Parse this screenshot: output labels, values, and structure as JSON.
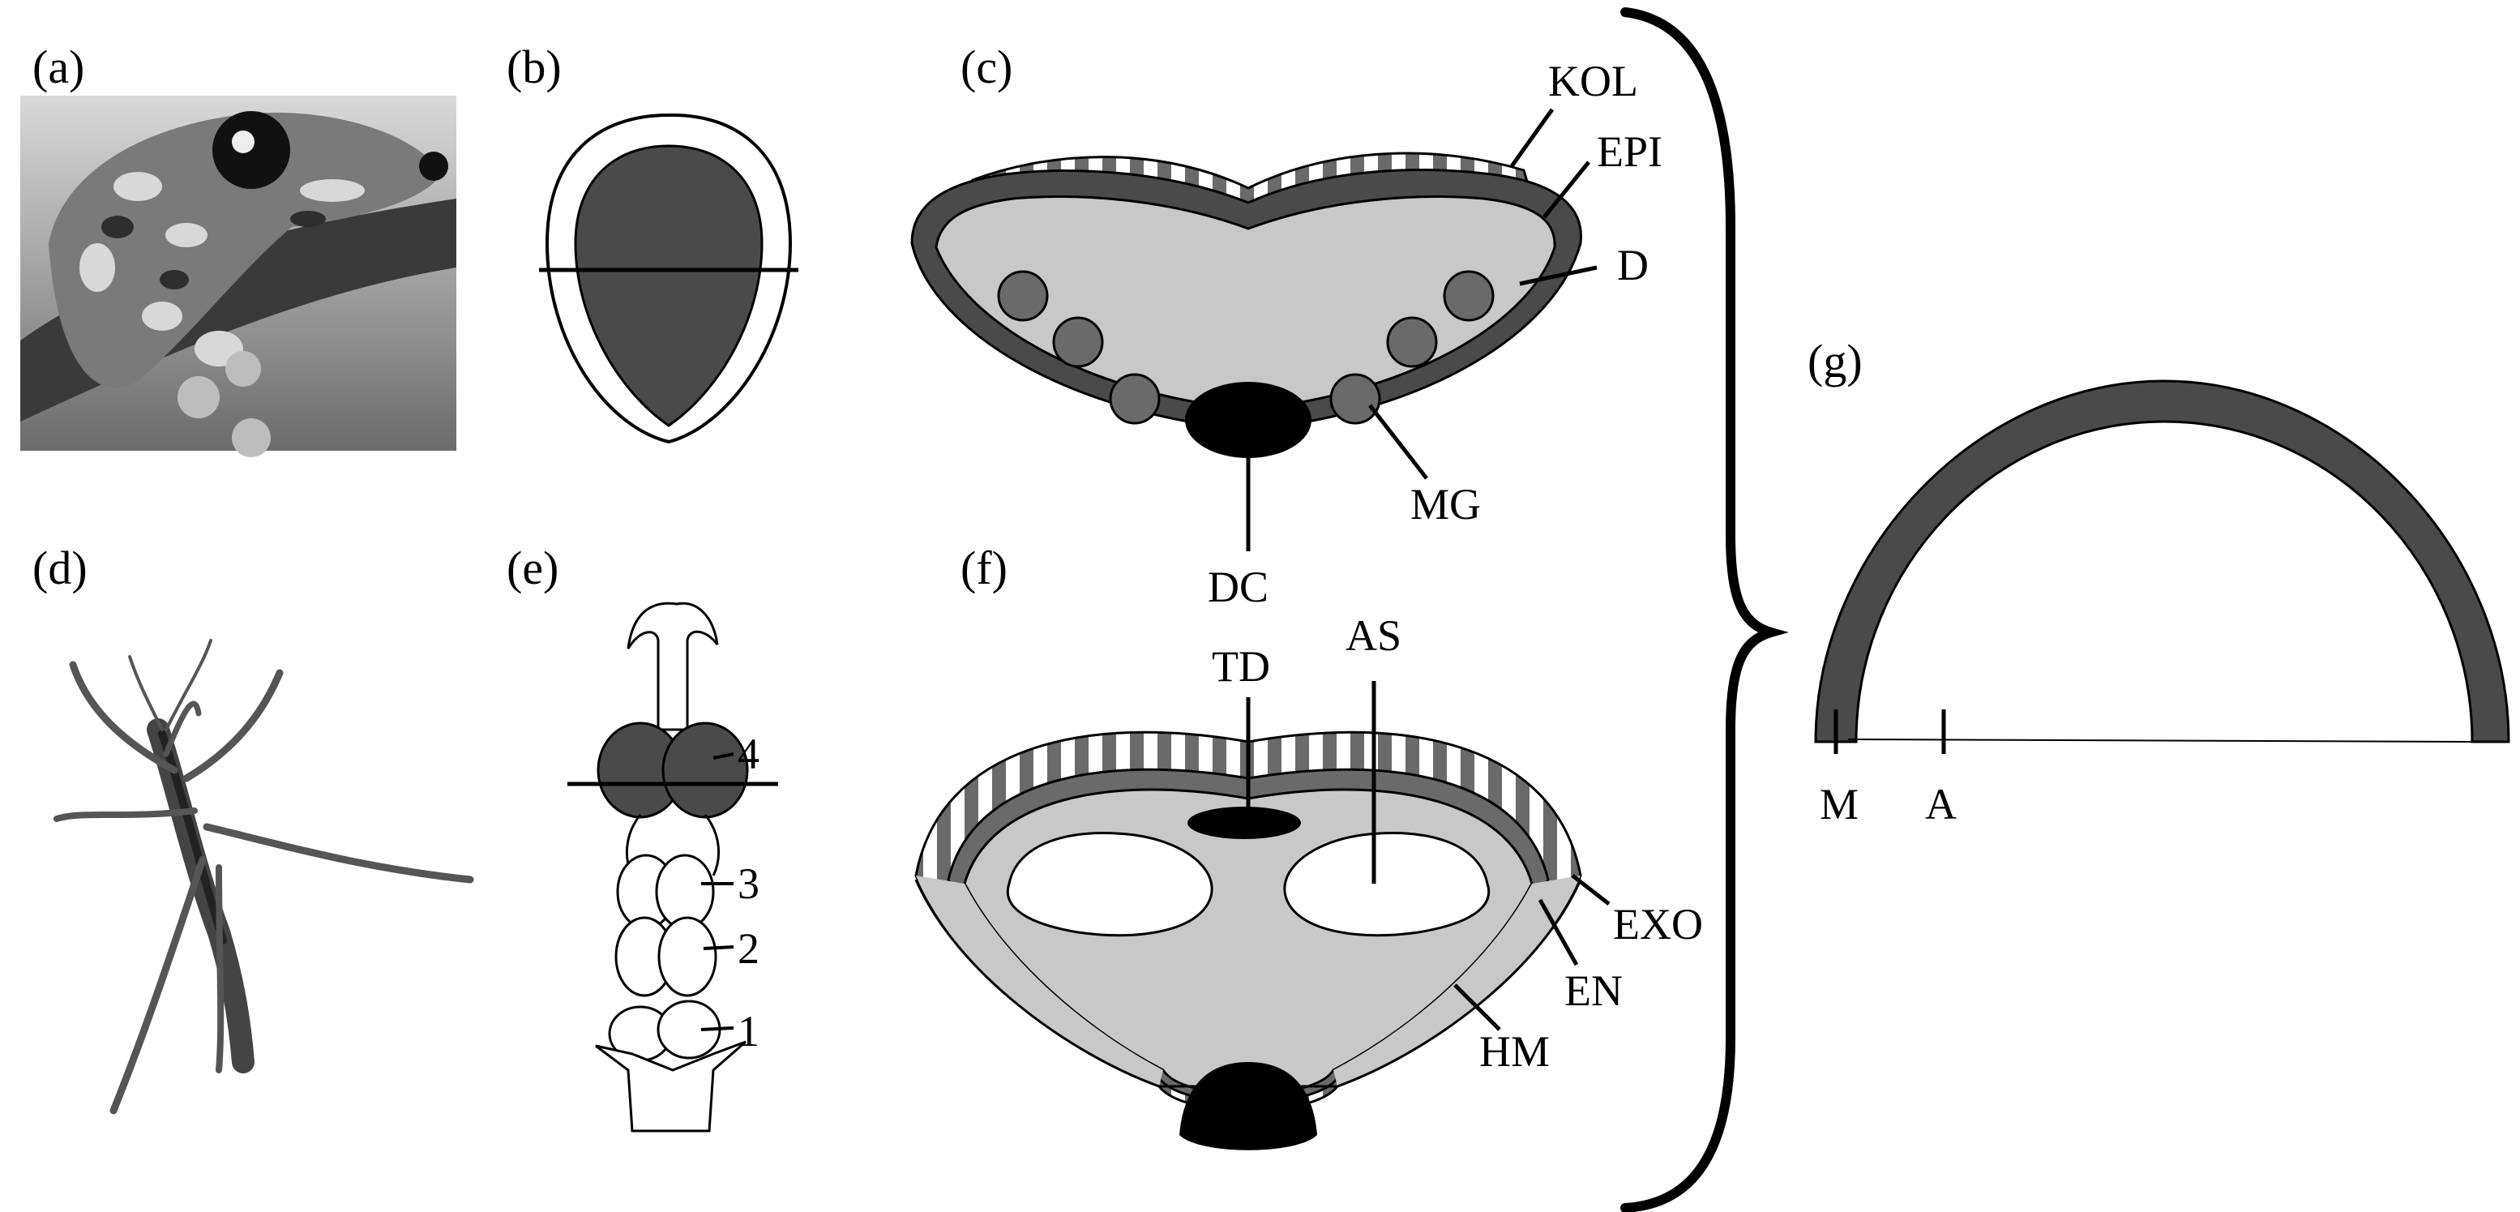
{
  "figure": {
    "panels": {
      "a": {
        "label": "(a)",
        "content": "photo-frog"
      },
      "b": {
        "label": "(b)"
      },
      "c": {
        "label": "(c)"
      },
      "d": {
        "label": "(d)",
        "content": "photo-katydid"
      },
      "e": {
        "label": "(e)"
      },
      "f": {
        "label": "(f)"
      },
      "g": {
        "label": "(g)"
      }
    },
    "labels": {
      "c": {
        "KOL": "KOL",
        "EPI": "EPI",
        "D": "D",
        "MG": "MG",
        "DC": "DC"
      },
      "e": {
        "n1": "1",
        "n2": "2",
        "n3": "3",
        "n4": "4"
      },
      "f": {
        "TD": "TD",
        "AS": "AS",
        "EXO": "EXO",
        "EN": "EN",
        "HM": "HM"
      },
      "g": {
        "M": "M",
        "A": "A"
      }
    },
    "colors": {
      "dark": "#4a4a4a",
      "light": "#c8c8c8",
      "black": "#000000",
      "white": "#ffffff"
    }
  }
}
